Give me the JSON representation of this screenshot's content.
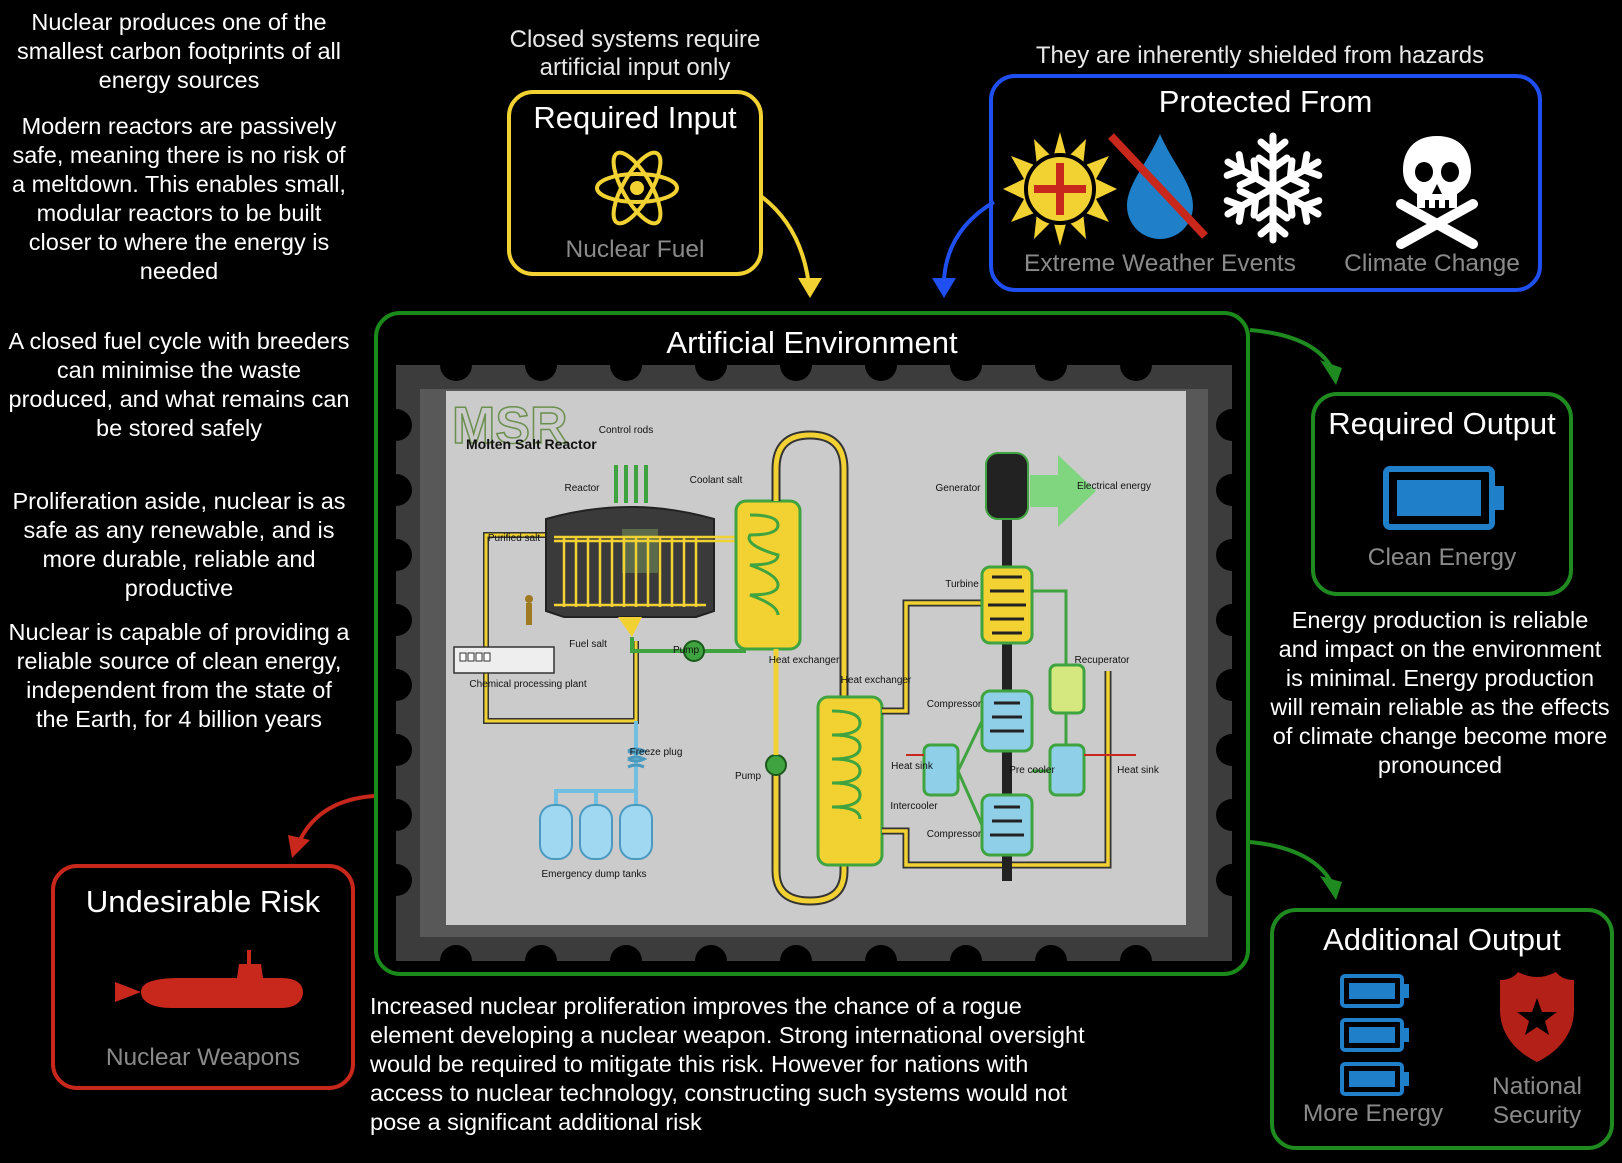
{
  "left_paragraphs": [
    "Nuclear produces one of the smallest carbon footprints of all energy sources",
    "Modern reactors are passively safe, meaning there is no risk of a meltdown. This enables small, modular reactors to be built closer to where the energy is needed",
    "A closed fuel cycle with breeders can minimise the waste produced, and what remains can be stored safely",
    "Proliferation aside, nuclear is as safe as any renewable, and is more durable, reliable and productive",
    "Nuclear is capable of providing a reliable source of clean energy, independent from the state of the Earth, for 4 billion years"
  ],
  "required_input": {
    "caption": "Closed systems require artificial input only",
    "title": "Required Input",
    "label": "Nuclear Fuel"
  },
  "protected_from": {
    "caption": "They are inherently shielded from hazards",
    "title": "Protected From",
    "label_weather": "Extreme Weather Events",
    "label_climate": "Climate Change"
  },
  "environment": {
    "title": "Artificial Environment"
  },
  "msr_diagram": {
    "logo": "MSR",
    "subtitle": "Molten Salt Reactor",
    "labels": {
      "control_rods": "Control rods",
      "reactor": "Reactor",
      "coolant_salt": "Coolant salt",
      "purified_salt": "Purified salt",
      "fuel_salt": "Fuel salt",
      "pump1": "Pump",
      "heat_exchanger1": "Heat exchanger",
      "chemical_plant": "Chemical processing plant",
      "freeze_plug": "Freeze plug",
      "dump_tanks": "Emergency dump tanks",
      "pump2": "Pump",
      "heat_exchanger2": "Heat exchanger",
      "generator": "Generator",
      "electrical_energy": "Electrical energy",
      "turbine": "Turbine",
      "recuperator": "Recuperator",
      "compressor1": "Compressor",
      "heat_sink1": "Heat sink",
      "pre_cooler": "Pre cooler",
      "heat_sink2": "Heat sink",
      "intercooler": "Intercooler",
      "compressor2": "Compressor"
    }
  },
  "required_output": {
    "title": "Required Output",
    "label": "Clean Energy",
    "description": "Energy production is reliable and impact on the environment is minimal. Energy production will remain reliable as the effects of climate change become more pronounced"
  },
  "undesirable_risk": {
    "title": "Undesirable Risk",
    "label": "Nuclear Weapons",
    "description": "Increased nuclear proliferation improves the chance of a rogue element developing a nuclear weapon. Strong international oversight would be required to mitigate this risk. However for nations with access to nuclear technology, constructing such systems would not pose a significant additional risk"
  },
  "additional_output": {
    "title": "Additional Output",
    "label_energy": "More Energy",
    "label_security": "National Security"
  },
  "colors": {
    "input": "#f2d233",
    "protected": "#1f4ff0",
    "environment": "#1a8a1a",
    "output": "#1f8a1f",
    "risk": "#c8271c",
    "battery": "#1f7fc9"
  }
}
